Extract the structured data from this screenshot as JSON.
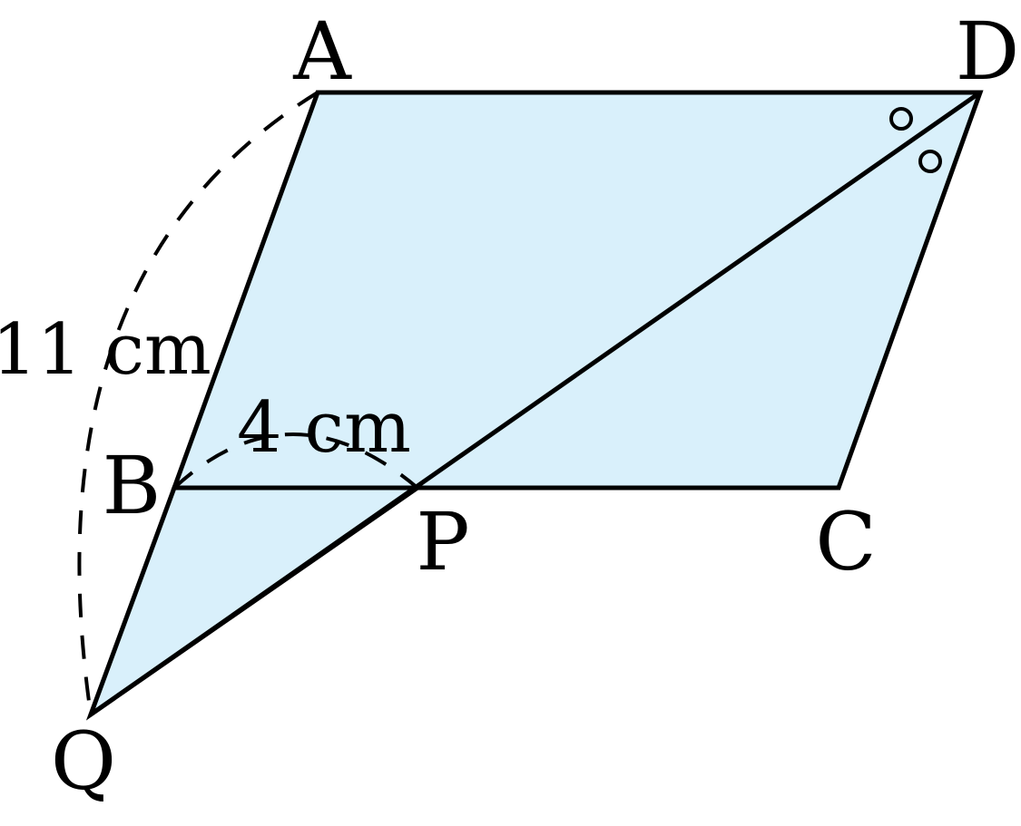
{
  "colors": {
    "fill": "#d9f0fb",
    "stroke": "#000000"
  },
  "points": {
    "A": "A",
    "B": "B",
    "C": "C",
    "D": "D",
    "P": "P",
    "Q": "Q"
  },
  "measures": {
    "aq": "11 cm",
    "bp": "4 cm"
  },
  "angle_marks": {
    "symbol": "○",
    "count": 2
  }
}
